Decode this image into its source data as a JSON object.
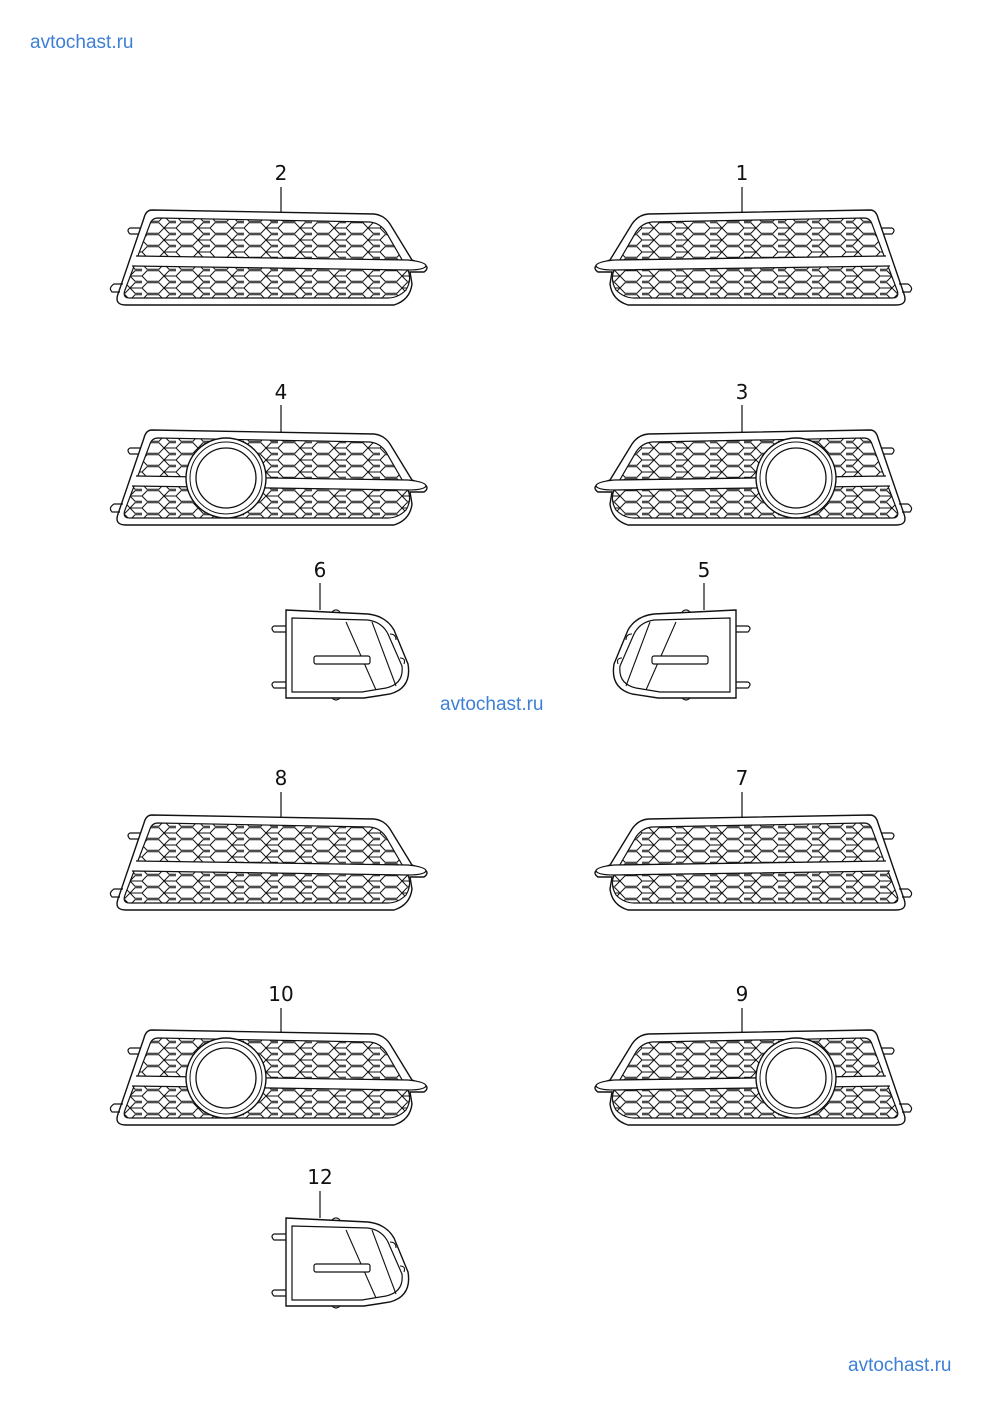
{
  "watermarks": {
    "top_left": "avtochast.ru",
    "center": "avtochast.ru",
    "bottom_right": "avtochast.ru"
  },
  "parts": [
    {
      "number": "2",
      "type": "grille",
      "side": "left",
      "fog_ring": false
    },
    {
      "number": "1",
      "type": "grille",
      "side": "right",
      "fog_ring": false
    },
    {
      "number": "4",
      "type": "grille",
      "side": "left",
      "fog_ring": true
    },
    {
      "number": "3",
      "type": "grille",
      "side": "right",
      "fog_ring": true
    },
    {
      "number": "6",
      "type": "cover",
      "side": "left"
    },
    {
      "number": "5",
      "type": "cover",
      "side": "right"
    },
    {
      "number": "8",
      "type": "grille",
      "side": "left",
      "fog_ring": false
    },
    {
      "number": "7",
      "type": "grille",
      "side": "right",
      "fog_ring": false
    },
    {
      "number": "10",
      "type": "grille",
      "side": "left",
      "fog_ring": true
    },
    {
      "number": "9",
      "type": "grille",
      "side": "right",
      "fog_ring": true
    },
    {
      "number": "12",
      "type": "cover",
      "side": "left"
    }
  ],
  "colors": {
    "watermark": "#3d7fd6",
    "line": "#111111"
  }
}
